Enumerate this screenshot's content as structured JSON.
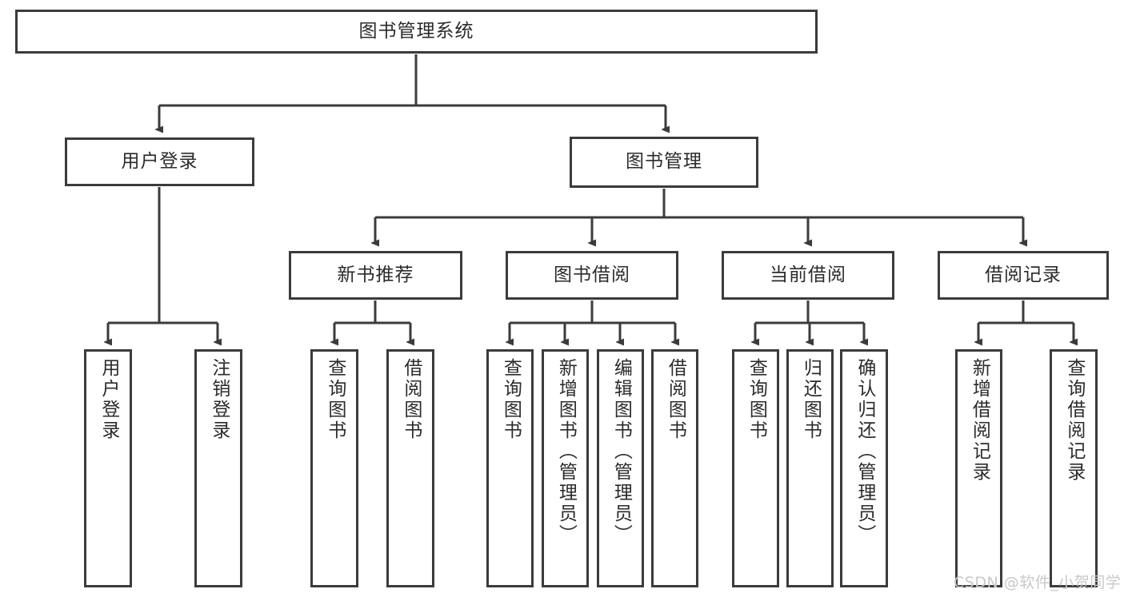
{
  "diagram": {
    "title": "图书管理系统",
    "type": "tree",
    "watermark": "CSDN @软件_小贺同学",
    "colors": {
      "stroke": "#3b3b3b",
      "fill": "#ffffff",
      "text": "#2b2b2b",
      "watermark": "#c8c8c8"
    },
    "root": {
      "label": "图书管理系统"
    },
    "level2": [
      {
        "label": "用户登录"
      },
      {
        "label": "图书管理"
      }
    ],
    "level3": [
      {
        "label": "新书推荐"
      },
      {
        "label": "图书借阅"
      },
      {
        "label": "当前借阅"
      },
      {
        "label": "借阅记录"
      }
    ],
    "leaves": {
      "user_login": [
        {
          "label": "用户登录"
        },
        {
          "label": "注销登录"
        }
      ],
      "new_book": [
        {
          "label": "查询图书"
        },
        {
          "label": "借阅图书"
        }
      ],
      "borrow_book": [
        {
          "label": "查询图书"
        },
        {
          "label": "新增图书（管理员）"
        },
        {
          "label": "编辑图书（管理员）"
        },
        {
          "label": "借阅图书"
        }
      ],
      "current_borrow": [
        {
          "label": "查询图书"
        },
        {
          "label": "归还图书"
        },
        {
          "label": "确认归还（管理员）"
        }
      ],
      "borrow_record": [
        {
          "label": "新增借阅记录"
        },
        {
          "label": "查询借阅记录"
        }
      ]
    }
  }
}
